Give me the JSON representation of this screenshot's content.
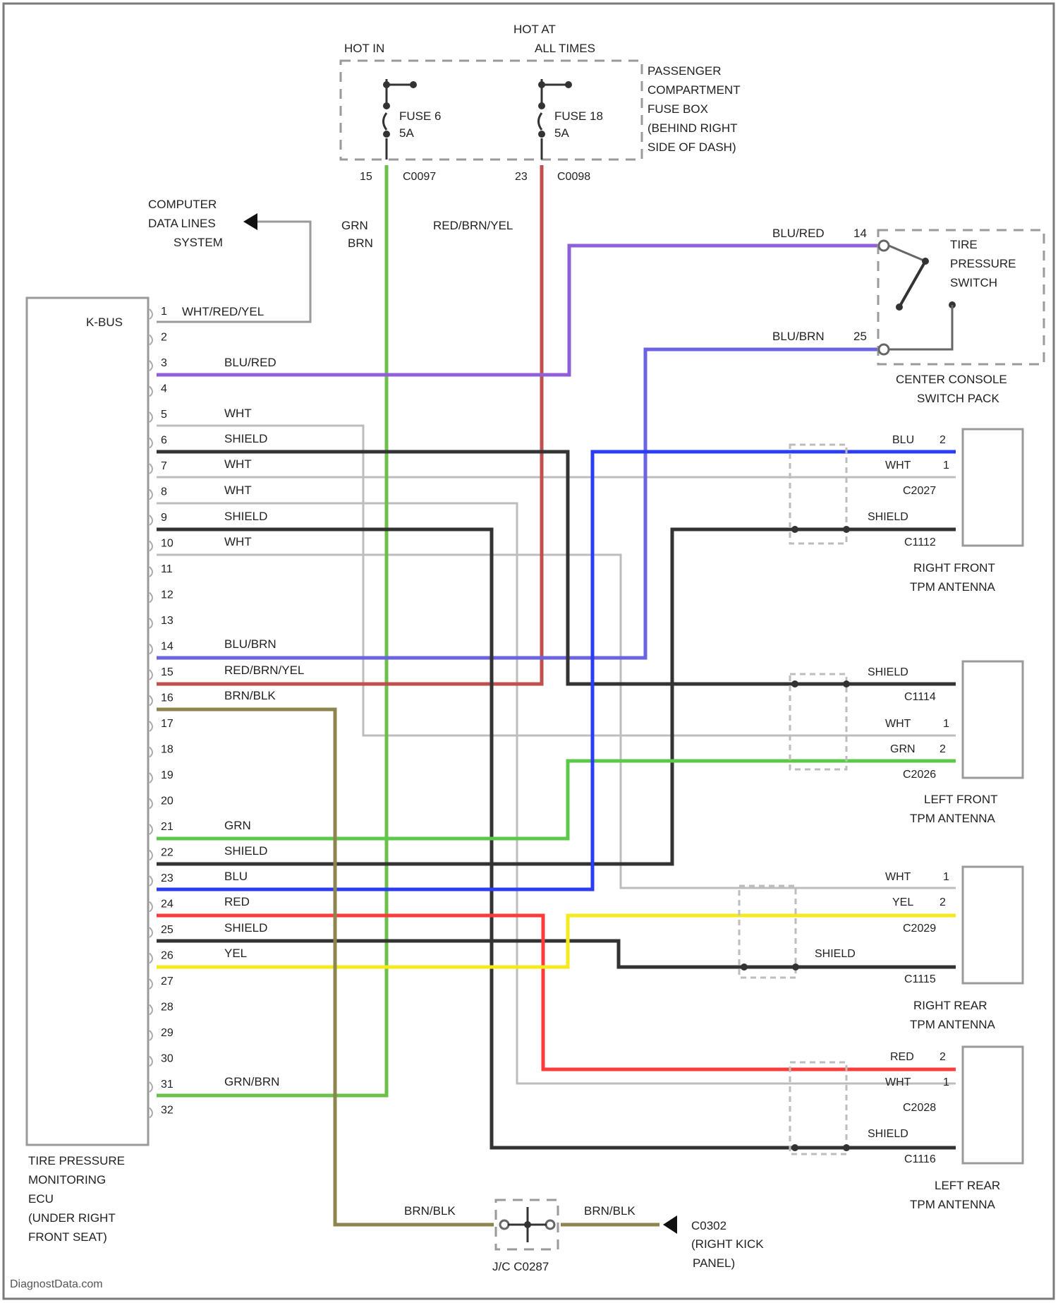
{
  "fuse_box": {
    "label": [
      "PASSENGER",
      "COMPARTMENT",
      "FUSE BOX",
      "(BEHIND RIGHT",
      "SIDE OF DASH)"
    ],
    "fuse_left": {
      "hot": "HOT IN",
      "name": "FUSE 6",
      "amps": "5A",
      "pin": "15",
      "conn": "C0097"
    },
    "fuse_right": {
      "hot": [
        "HOT AT",
        "ALL TIMES"
      ],
      "name": "FUSE 18",
      "amps": "5A",
      "pin": "23",
      "conn": "C0098"
    }
  },
  "vertical_wires": {
    "left_label": [
      "GRN",
      "BRN"
    ],
    "right_label": "RED/BRN/YEL"
  },
  "data_lines": [
    "COMPUTER",
    "DATA LINES",
    "SYSTEM"
  ],
  "ecu": {
    "label": [
      "TIRE PRESSURE",
      "MONITORING",
      "ECU",
      "(UNDER RIGHT",
      "FRONT SEAT)"
    ],
    "kbus": "K-BUS",
    "pins": [
      "1",
      "2",
      "3",
      "4",
      "5",
      "6",
      "7",
      "8",
      "9",
      "10",
      "11",
      "12",
      "13",
      "14",
      "15",
      "16",
      "17",
      "18",
      "19",
      "20",
      "21",
      "22",
      "23",
      "24",
      "25",
      "26",
      "27",
      "28",
      "29",
      "30",
      "31",
      "32"
    ],
    "pin_wires": {
      "p1": "WHT/RED/YEL",
      "p3": "BLU/RED",
      "p5": "WHT",
      "p6": "SHIELD",
      "p7": "WHT",
      "p8": "WHT",
      "p9": "SHIELD",
      "p10": "WHT",
      "p14": "BLU/BRN",
      "p15": "RED/BRN/YEL",
      "p16": "BRN/BLK",
      "p21": "GRN",
      "p22": "SHIELD",
      "p23": "BLU",
      "p24": "RED",
      "p25": "SHIELD",
      "p26": "YEL",
      "p31": "GRN/BRN"
    }
  },
  "switch": {
    "label": [
      "TIRE",
      "PRESSURE",
      "SWITCH"
    ],
    "pack": [
      "CENTER CONSOLE",
      "SWITCH PACK"
    ],
    "w1": "BLU/RED",
    "p1": "14",
    "w2": "BLU/BRN",
    "p2": "25"
  },
  "rf": {
    "label": [
      "RIGHT FRONT",
      "TPM ANTENNA"
    ],
    "w_blu": "BLU",
    "p_blu": "2",
    "w_wht": "WHT",
    "p_wht": "1",
    "conn_a": "C2027",
    "shield": "SHIELD",
    "conn_b": "C1112"
  },
  "lf": {
    "label": [
      "LEFT FRONT",
      "TPM ANTENNA"
    ],
    "shield": "SHIELD",
    "conn_b": "C1114",
    "w_wht": "WHT",
    "p_wht": "1",
    "w_grn": "GRN",
    "p_grn": "2",
    "conn_a": "C2026"
  },
  "rr": {
    "label": [
      "RIGHT REAR",
      "TPM ANTENNA"
    ],
    "w_wht": "WHT",
    "p_wht": "1",
    "w_yel": "YEL",
    "p_yel": "2",
    "conn_a": "C2029",
    "shield": "SHIELD",
    "conn_b": "C1115"
  },
  "lr": {
    "label": [
      "LEFT REAR",
      "TPM ANTENNA"
    ],
    "w_red": "RED",
    "p_red": "2",
    "w_wht": "WHT",
    "p_wht": "1",
    "conn_a": "C2028",
    "shield": "SHIELD",
    "conn_b": "C1116"
  },
  "ground": {
    "w_left": "BRN/BLK",
    "w_right": "BRN/BLK",
    "jc": "J/C C0287",
    "conn": "C0302",
    "location": [
      "(RIGHT KICK",
      "PANEL)"
    ]
  },
  "watermark": "DiagnostData.com",
  "colors": {
    "grn": "#6cc04a",
    "red_brn_yel": "#c0504d",
    "blu_red": "#8e5fd6",
    "blu_brn": "#6b63e0",
    "blu": "#2a3df5",
    "shield": "#333333",
    "grn2": "#5cc84a",
    "red": "#ff3b3b",
    "yel": "#f5ea1e",
    "brn_blk": "#8c8550",
    "wht": "#dcdcdc",
    "frame": "#9a9a9a"
  }
}
